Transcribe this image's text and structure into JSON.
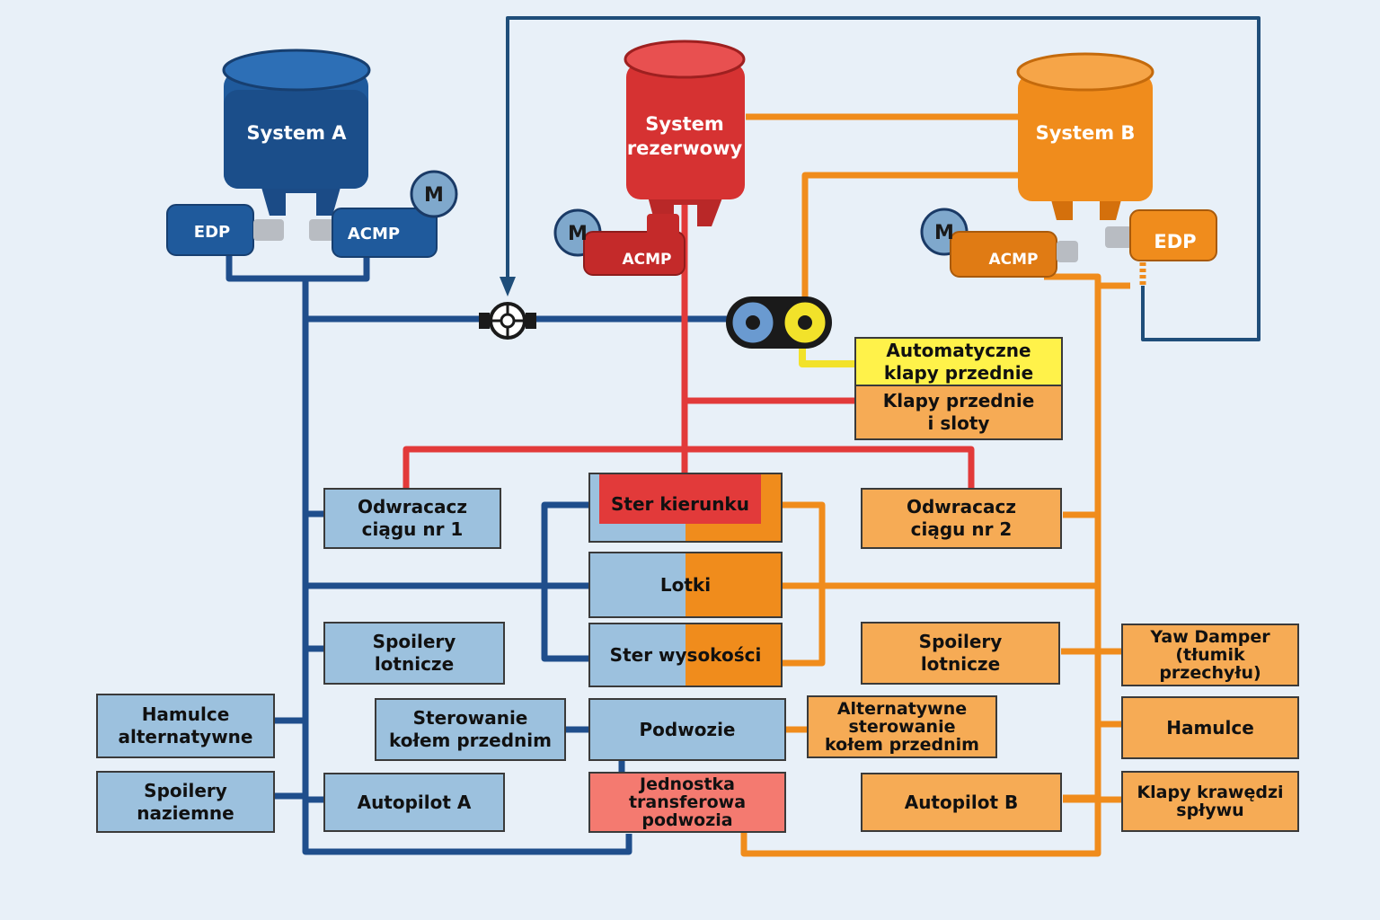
{
  "colors": {
    "background": "#e8f0f8",
    "system_a": "#1f4e8c",
    "system_b": "#f08c1c",
    "standby": "#e23a3a",
    "box_blue": "#9cc1de",
    "box_orange": "#f6ab55",
    "box_yellow": "#fff24a",
    "box_red": "#e23a3a",
    "box_pink": "#f47a70"
  },
  "reservoirs": {
    "system_a": "System A",
    "standby": "System\nrezerwowy",
    "system_b": "System B"
  },
  "pumps": {
    "a_edp": "EDP",
    "a_acmp": "ACMP",
    "standby_acmp": "ACMP",
    "b_acmp": "ACMP",
    "b_edp": "EDP",
    "motor": "M"
  },
  "components": {
    "auto_slats": "Automatyczne\nklapy przednie",
    "slats": "Klapy przednie\ni sloty",
    "thrust_rev_1": "Odwracacz\nciągu nr 1",
    "thrust_rev_2": "Odwracacz\nciągu nr 2",
    "rudder": "Ster kierunku",
    "ailerons": "Lotki",
    "elevator": "Ster wysokości",
    "flight_spoilers_a": "Spoilery\nlotnicze",
    "flight_spoilers_b": "Spoilery\nlotnicze",
    "yaw_damper": "Yaw Damper\n(tłumik\nprzechyłu)",
    "alt_brakes": "Hamulce\nalternatywne",
    "nose_steering": "Sterowanie\nkołem przednim",
    "landing_gear": "Podwozie",
    "alt_nose_steering": "Alternatywne\nsterowanie\nkołem przednim",
    "brakes": "Hamulce",
    "ground_spoilers": "Spoilery\nnaziemne",
    "autopilot_a": "Autopilot A",
    "gear_transfer": "Jednostka\ntransferowa\npodwozia",
    "autopilot_b": "Autopilot B",
    "trailing_flaps": "Klapy krawędzi\nspływu"
  }
}
